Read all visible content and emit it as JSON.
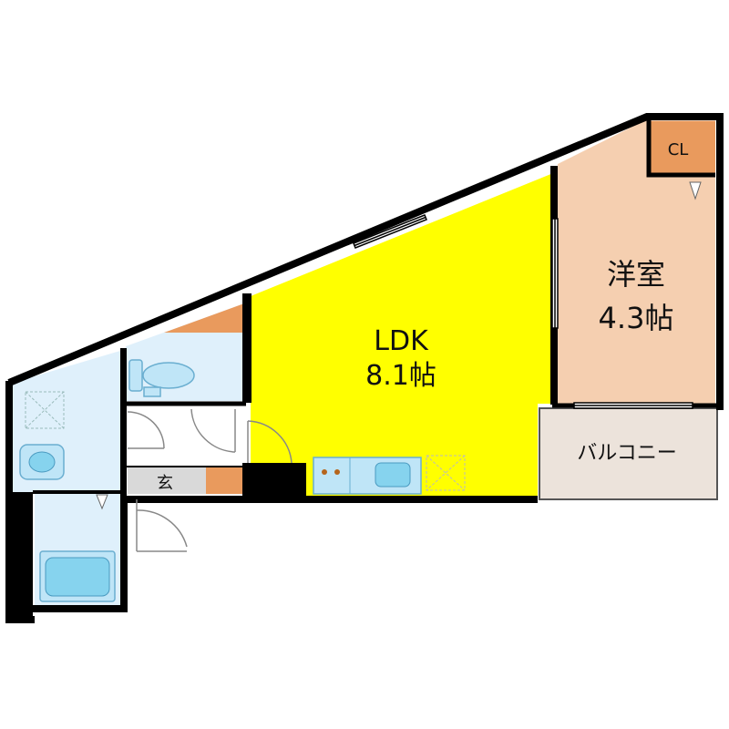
{
  "rooms": {
    "ldk": {
      "name": "LDK",
      "size": "8.1帖"
    },
    "western": {
      "name": "洋室",
      "size": "4.3帖"
    },
    "closet": {
      "name": "CL"
    },
    "balcony": {
      "name": "バルコニー"
    },
    "entrance": {
      "name": "玄"
    }
  },
  "colors": {
    "ldk": "#ffff00",
    "western": "#f5cfb0",
    "wet_area": "#dff0fb",
    "closet": "#e99a5d",
    "storage": "#e99a5d",
    "balcony": "#ece3db",
    "entrance_floor": "#d9d9d9",
    "fixture": "#86d3ee",
    "wall": "#000000"
  },
  "icons": [
    "toilet-icon",
    "washbasin-icon",
    "bathtub-icon",
    "washing-machine-pan-icon",
    "sink-icon",
    "stove-icon",
    "fridge-space-icon"
  ]
}
